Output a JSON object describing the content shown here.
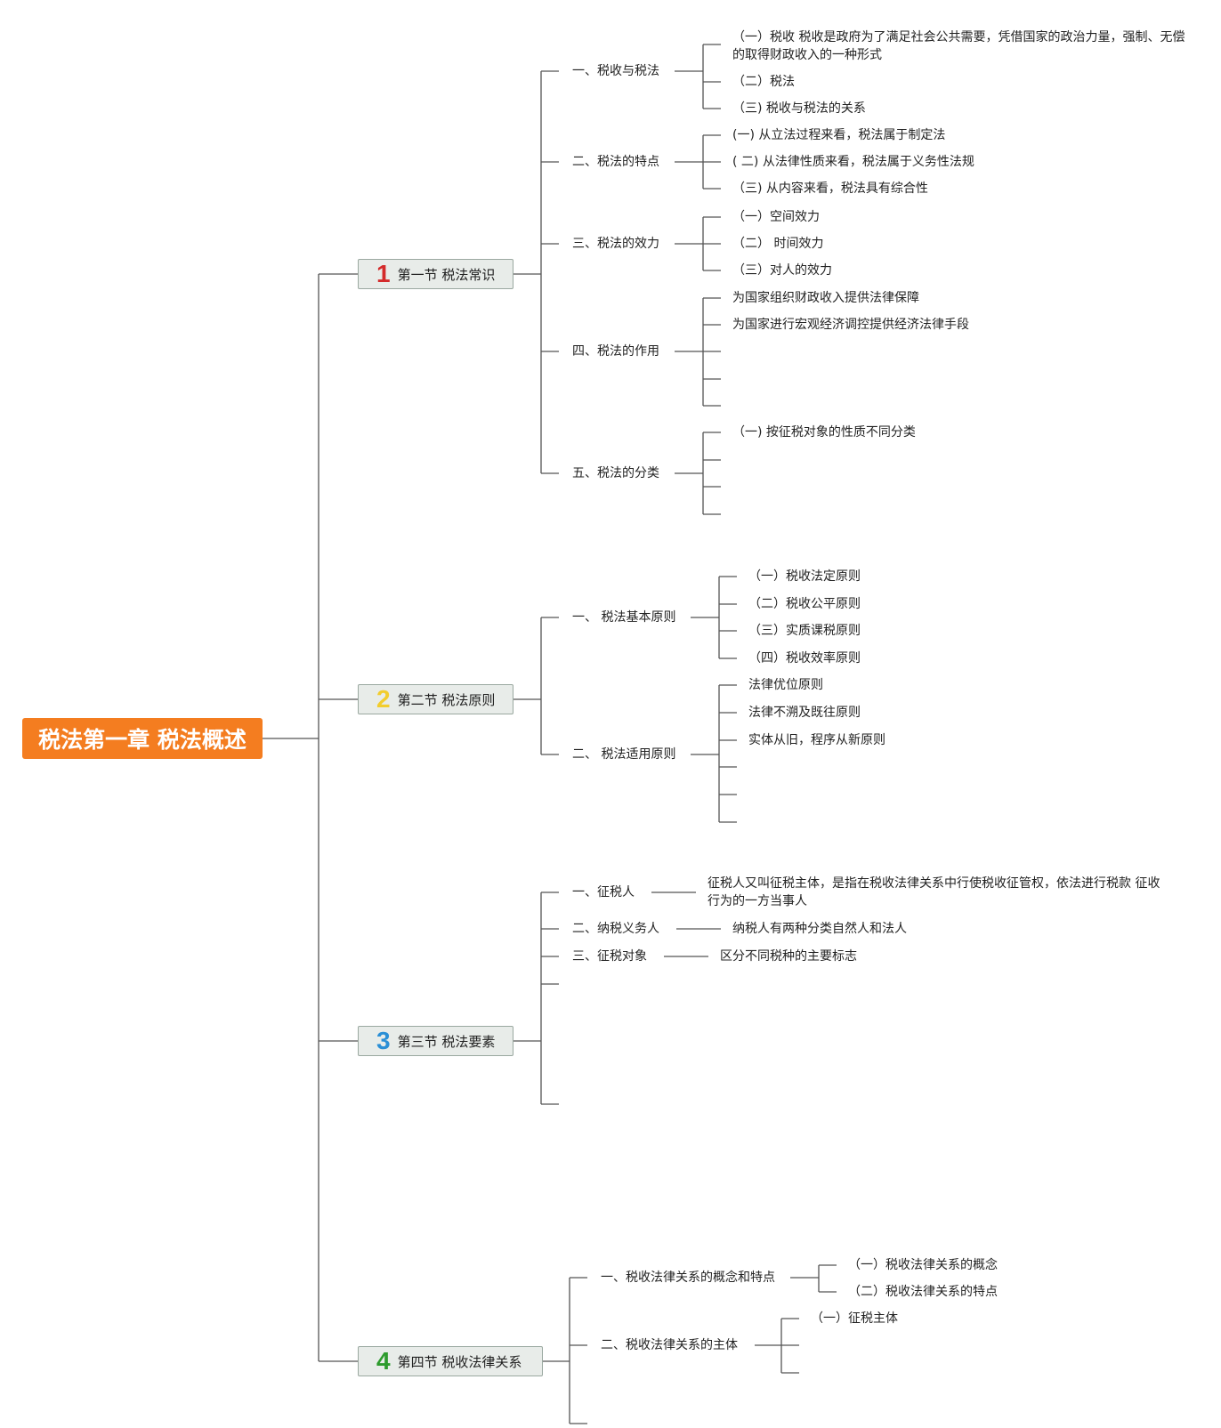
{
  "root": {
    "title": "税法第一章 税法概述"
  },
  "sections": [
    {
      "num": "1",
      "label": "第一节 税法常识",
      "num_color": "#d42b2b"
    },
    {
      "num": "2",
      "label": "第二节 税法原则",
      "num_color": "#f2cd2e"
    },
    {
      "num": "3",
      "label": "第三节 税法要素",
      "num_color": "#2a8fd6"
    },
    {
      "num": "4",
      "label": "第四节 税收法律关系",
      "num_color": "#2d9b2d"
    }
  ],
  "s1": {
    "b1": {
      "label": "一、税收与税法",
      "items": [
        "（一）税收 税收是政府为了满足社会公共需要，凭借国家的政治力量，强制、无偿的取得财政收入的一种形式",
        "（二）税法",
        "（三) 税收与税法的关系"
      ]
    },
    "b2": {
      "label": "二、税法的特点",
      "items": [
        "(一) 从立法过程来看，税法属于制定法",
        "( 二) 从法律性质来看，税法属于义务性法规",
        "（三) 从内容来看，税法具有综合性"
      ]
    },
    "b3": {
      "label": "三、税法的效力",
      "items": [
        "（一）空间效力",
        "（二） 时间效力",
        "（三）对人的效力"
      ]
    },
    "b4": {
      "label": "四、税法的作用",
      "items": [
        "为国家组织财政收入提供法律保障",
        "为国家进行宏观经济调控提供经济法律手段"
      ]
    },
    "b5": {
      "label": "五、税法的分类",
      "items": [
        "（一) 按征税对象的性质不同分类"
      ]
    }
  },
  "s2": {
    "b1": {
      "label": "一、 税法基本原则",
      "items": [
        "（一）税收法定原则",
        "（二）税收公平原则",
        "（三）实质课税原则",
        "（四）税收效率原则"
      ]
    },
    "b2": {
      "label": "二、 税法适用原则",
      "items": [
        "法律优位原则",
        "法律不溯及既往原则",
        "实体从旧，程序从新原则"
      ]
    }
  },
  "s3": {
    "b1": {
      "label": "一、征税人",
      "note": "征税人又叫征税主体，是指在税收法律关系中行使税收征管权，依法进行税款 征收行为的一方当事人"
    },
    "b2": {
      "label": "二、纳税义务人",
      "note": "纳税人有两种分类自然人和法人"
    },
    "b3": {
      "label": "三、征税对象",
      "note": "区分不同税种的主要标志"
    }
  },
  "s4": {
    "b1": {
      "label": "一、税收法律关系的概念和特点",
      "items": [
        "（一）税收法律关系的概念",
        "（二）税收法律关系的特点"
      ]
    },
    "b2": {
      "label": "二、税收法律关系的主体",
      "items": [
        "（一）征税主体"
      ]
    }
  }
}
